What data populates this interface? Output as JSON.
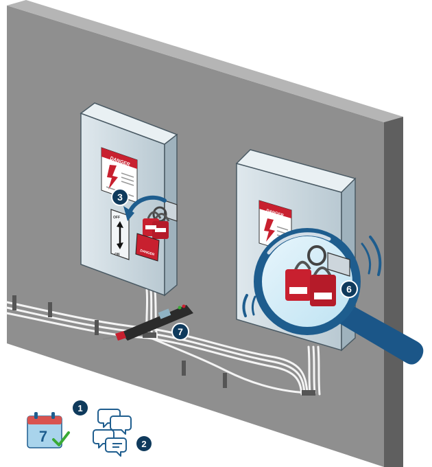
{
  "steps": [
    {
      "number": "1",
      "icon": "calendar-check-icon"
    },
    {
      "number": "2",
      "icon": "chat-bubbles-icon"
    },
    {
      "number": "3",
      "icon": "rotate-arrow-icon"
    },
    {
      "number": "6",
      "icon": "magnifier-icon"
    },
    {
      "number": "7",
      "icon": "voltage-tester-icon"
    }
  ],
  "calendar": {
    "day": "7"
  },
  "signs": {
    "danger": "DANGER"
  },
  "switch": {
    "off": "OFF",
    "on": "ON"
  },
  "colors": {
    "wall": "#8a8a8a",
    "panel": "#d0dde4",
    "badge": "#0f3a5c",
    "lock_red": "#c8202f",
    "accent_blue": "#1e5d8e",
    "check_green": "#3aaa35"
  }
}
